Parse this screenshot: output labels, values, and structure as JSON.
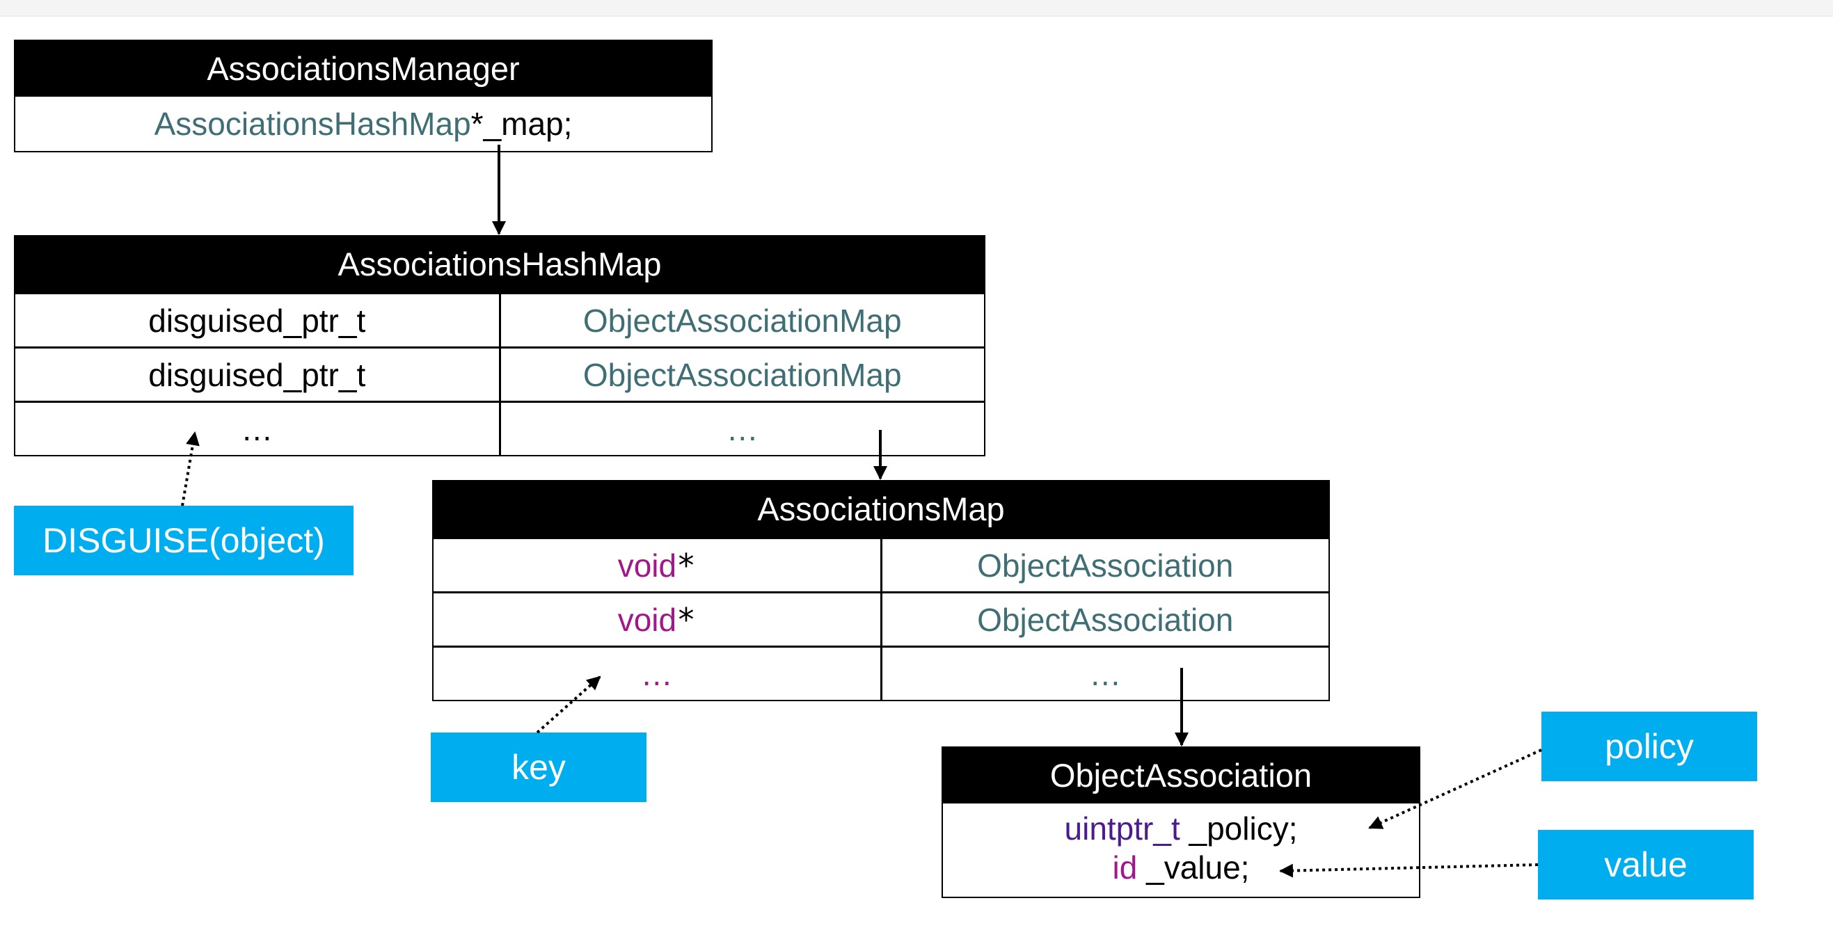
{
  "associations_manager": {
    "title": "AssociationsManager",
    "field_type": "AssociationsHashMap",
    "field_name": " *_map;"
  },
  "associations_hash_map": {
    "title": "AssociationsHashMap",
    "rows": [
      {
        "key": "disguised_ptr_t",
        "value": "ObjectAssociationMap"
      },
      {
        "key": "disguised_ptr_t",
        "value": "ObjectAssociationMap"
      },
      {
        "key": "…",
        "value": "…"
      }
    ]
  },
  "associations_map": {
    "title": "AssociationsMap",
    "rows": [
      {
        "key_type": "void",
        "key_ptr": " *",
        "value": "ObjectAssociation"
      },
      {
        "key_type": "void",
        "key_ptr": " *",
        "value": "ObjectAssociation"
      },
      {
        "key_type": "…",
        "key_ptr": "",
        "value": "…"
      }
    ]
  },
  "object_association": {
    "title": "ObjectAssociation",
    "fields": [
      {
        "type": "uintptr_t",
        "name": " _policy;"
      },
      {
        "type": "id",
        "name": " _value;"
      }
    ]
  },
  "labels": {
    "disguise": "DISGUISE(object)",
    "key": "key",
    "policy": "policy",
    "value": "value"
  },
  "colors": {
    "header_bg": "#000000",
    "type_teal": "#3f6e75",
    "keyword_magenta": "#a2178b",
    "keyword_purple": "#4b1c8c",
    "tag_bg": "#00adef"
  }
}
